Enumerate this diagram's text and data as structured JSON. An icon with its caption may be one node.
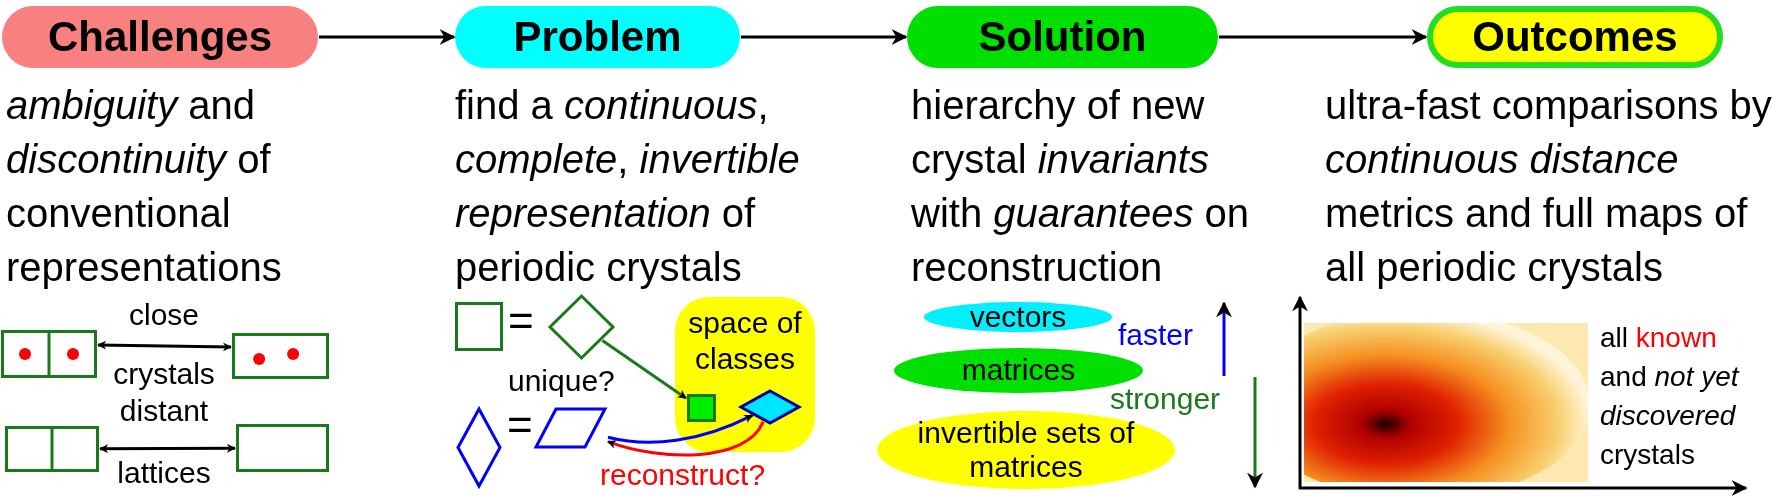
{
  "diagram": {
    "nodes": [
      {
        "text": [
          "Challenges"
        ]
      },
      {
        "text": [
          "Problem"
        ]
      },
      {
        "text": [
          "Solution"
        ]
      },
      {
        "text": [
          "Outcomes"
        ]
      },
      {
        "text": [],
        "shape": "box"
      },
      {
        "text": [],
        "shape": "box"
      },
      {
        "text": [],
        "shape": "box"
      },
      {
        "text": [],
        "shape": "box"
      },
      {
        "text": [],
        "shape": "box"
      },
      {
        "text": [],
        "shape": "diamond"
      },
      {
        "text": [
          "space of classes"
        ]
      },
      {
        "text": [],
        "shape": "box",
        "in": 10
      },
      {
        "text": [],
        "shape": "diamond",
        "in": 10
      },
      {
        "text": [],
        "shape": "diamond"
      },
      {
        "text": [],
        "shape": "parallelogram"
      },
      {
        "text": [
          "vectors"
        ]
      },
      {
        "text": [
          "matrices"
        ]
      },
      {
        "text": [
          "invertible sets of matrices"
        ]
      }
    ],
    "edges": [
      {
        "from": 0,
        "to": 1,
        "arrow": "to"
      },
      {
        "from": 1,
        "to": 2,
        "arrow": "to"
      },
      {
        "from": 2,
        "to": 3,
        "arrow": "to"
      },
      {
        "from": 4,
        "to": 5,
        "arrow": "both"
      },
      {
        "from": 6,
        "to": 7,
        "arrow": "both"
      },
      {
        "from": 9,
        "to": 11,
        "arrow": "to",
        "color": "#1a7a1a"
      },
      {
        "from": 14,
        "to": 12,
        "arrow": "to",
        "color": "#0000ff"
      },
      {
        "from": 12,
        "to": 14,
        "arrow": "to",
        "color": "#ff0000",
        "label": "reconstruct?"
      }
    ],
    "labels": [
      "*ambiguity* and *discontinuity* of conventional representations",
      "find a *continuous*, *complete*, *invertible representation* of periodic crystals",
      "hierarchy of new crystal *invariants* with *guarantees* on reconstruction",
      "ultra-fast comparisons by *continuous distance* metrics and full maps of all periodic crystals",
      "close",
      "crystals",
      "distant",
      "lattices",
      "=",
      "unique?",
      "=",
      "faster",
      "stronger",
      "all known and *not yet discovered* crystals"
    ]
  }
}
